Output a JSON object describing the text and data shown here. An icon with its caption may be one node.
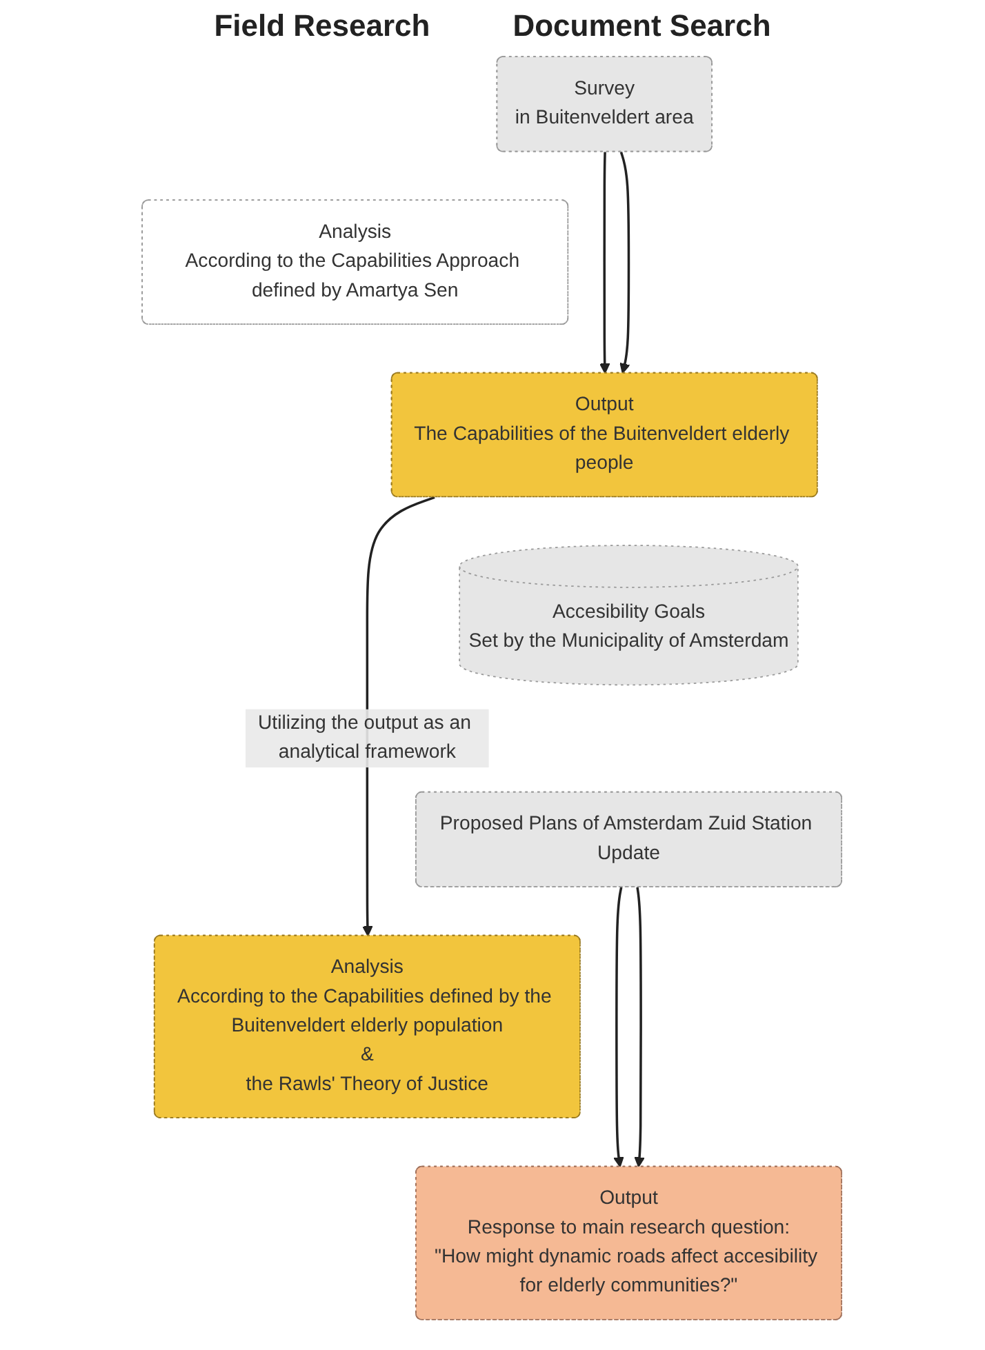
{
  "diagram": {
    "nodes": [
      {
        "text": [
          "Survey",
          "in Buitenveldert area"
        ]
      },
      {
        "text": [
          "Analysis",
          "According to the Capabilities Approach defined by Amartya Sen"
        ]
      },
      {
        "text": [
          "Output",
          "The Capabilities of the Buitenveldert elderly people"
        ]
      },
      {
        "text": [
          "Accesibility Goals",
          "Set by the Municipality of Amsterdam"
        ]
      },
      {
        "text": [
          "Proposed Plans of Amsterdam Zuid Station Update"
        ]
      },
      {
        "text": [
          "Analysis",
          "According to the Capabilities defined by the Buitenveldert elderly population",
          "&",
          "the Rawls' Theory of Justice"
        ]
      },
      {
        "text": [
          "Output",
          "Response to main research question:",
          "\"How might dynamic roads affect accesibility for elderly communities?\""
        ]
      }
    ],
    "edges": [
      {
        "from": 0,
        "to": 2,
        "arrow": "to"
      },
      {
        "from": 0,
        "to": 2,
        "arrow": "to"
      },
      {
        "from": 2,
        "to": 5,
        "arrow": "to",
        "label": "Utilizing the output as an analytical framework"
      },
      {
        "from": 4,
        "to": 6,
        "arrow": "to"
      },
      {
        "from": 4,
        "to": 6,
        "arrow": "to"
      }
    ],
    "labels": [
      "Field Research",
      "Document Search"
    ]
  }
}
